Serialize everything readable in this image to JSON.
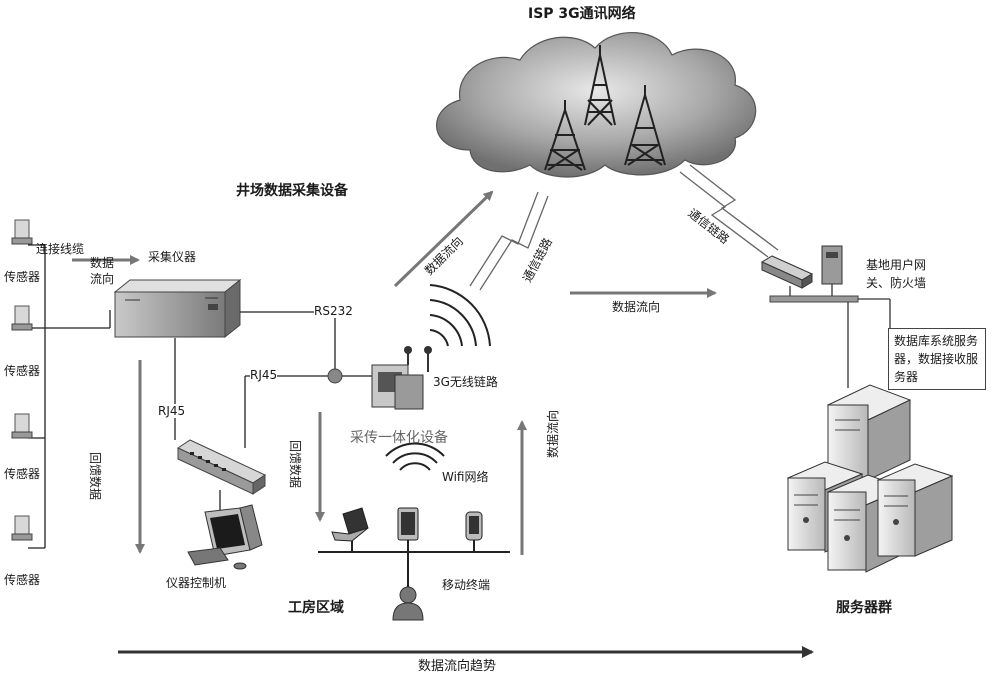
{
  "title": "ISP 3G通讯网络",
  "wellsite_label": "井场数据采集设备",
  "workshop_label": "工房区域",
  "server_cluster_label": "服务器群",
  "bottom_trend_label": "数据流向趋势",
  "left": {
    "sensor_label": "传感器",
    "cable_label": "连接线缆",
    "flow_label_line1": "数据",
    "flow_label_line2": "流向",
    "collector_label": "采集仪器",
    "rs232_label": "RS232",
    "rj45_label_top": "RJ45",
    "rj45_label_left": "RJ45",
    "backflow_label": "回馈数据",
    "controller_label": "仪器控制机"
  },
  "center": {
    "device_label": "采传一体化设备",
    "wireless_label": "3G无线链路",
    "wifi_label": "Wifi网络",
    "mobile_label": "移动终端",
    "flow_up_label": "数据流向",
    "feedback_label": "回馈数据",
    "comm_link_label": "通信链路",
    "flow_to_cloud_label": "数据流向",
    "flow_right_label": "数据流向"
  },
  "right": {
    "comm_link_label": "通信链路",
    "gateway_label_line1": "基地用户网",
    "gateway_label_line2": "关、防火墙",
    "db_server_label": "数据库系统服务器，数据接收服务器"
  },
  "icons": [
    "sensor-icon",
    "data-collector-icon",
    "network-switch-icon",
    "desktop-computer-icon",
    "cell-tower-icon",
    "cloud-icon",
    "router-icon",
    "laptop-icon",
    "tablet-icon",
    "smartphone-icon",
    "user-icon",
    "wifi-icon",
    "server-icon",
    "firewall-icon"
  ]
}
